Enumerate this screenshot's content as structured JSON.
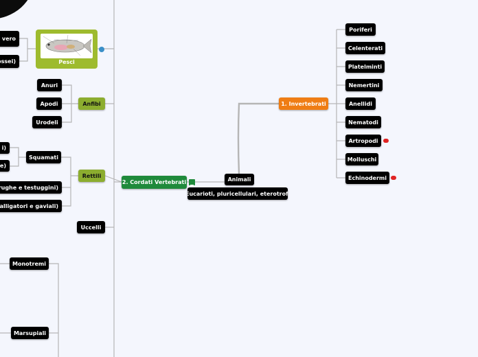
{
  "root": {
    "label": "Animali",
    "description": "Eucarioti, pluricellulari, eterotrofi"
  },
  "invertebrati": {
    "label": "1. Invertebrati",
    "items": [
      "Poriferi",
      "Celenterati",
      "Platelminti",
      "Nemertini",
      "Anellidi",
      "Nematodi",
      "Artropodi",
      "Molluschi",
      "Echinodermi"
    ]
  },
  "cordati": {
    "label": "2. Cordati Vertebrati"
  },
  "pesci": {
    "label": "Pesci",
    "children": [
      "vero",
      "ossei)"
    ]
  },
  "anfibi": {
    "label": "Anfibi",
    "children": [
      "Anuri",
      "Apodi",
      "Urodeli"
    ]
  },
  "rettili": {
    "label": "Rettili",
    "squamati": {
      "label": "Squamati",
      "children": [
        "i)",
        "e)"
      ]
    },
    "others": [
      "tarughe e testuggini)",
      "li, alligatori e gaviali)"
    ]
  },
  "uccelli": {
    "label": "Uccelli"
  },
  "mammiferi": {
    "children": [
      "Monotremi",
      "Marsupiali"
    ]
  },
  "colors": {
    "background": "#f4f6fd",
    "node": "#000000",
    "invertebrati": "#ef7d14",
    "cordati": "#1f8a3b",
    "class_green": "#8cad2f",
    "badge": "#e02424",
    "line": "#b5b5b5"
  }
}
